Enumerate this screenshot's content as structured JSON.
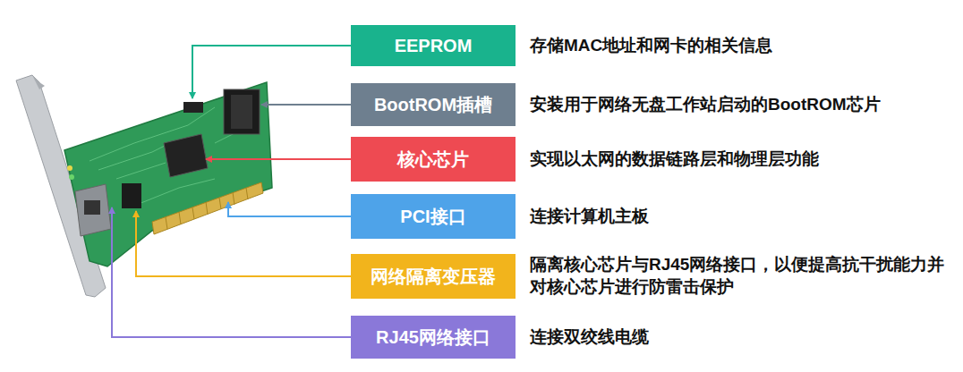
{
  "diagram": {
    "nodes": [
      {
        "text": [
          "EEPROM"
        ]
      },
      {
        "text": [
          "BootROM插槽"
        ]
      },
      {
        "text": [
          "核心芯片"
        ]
      },
      {
        "text": [
          "PCI接口"
        ]
      },
      {
        "text": [
          "网络隔离变压器"
        ]
      },
      {
        "text": [
          "RJ45网络接口"
        ]
      }
    ],
    "labels": [
      "存储MAC地址和网卡的相关信息",
      "安装用于网络无盘工作站启动的BootROM芯片",
      "实现以太网的数据链路层和物理层功能",
      "连接计算机主板",
      "隔离核心芯片与RJ45网络接口，以便提高抗干扰能力并对核心芯片进行防雷击保护",
      "连接双绞线电缆"
    ]
  }
}
